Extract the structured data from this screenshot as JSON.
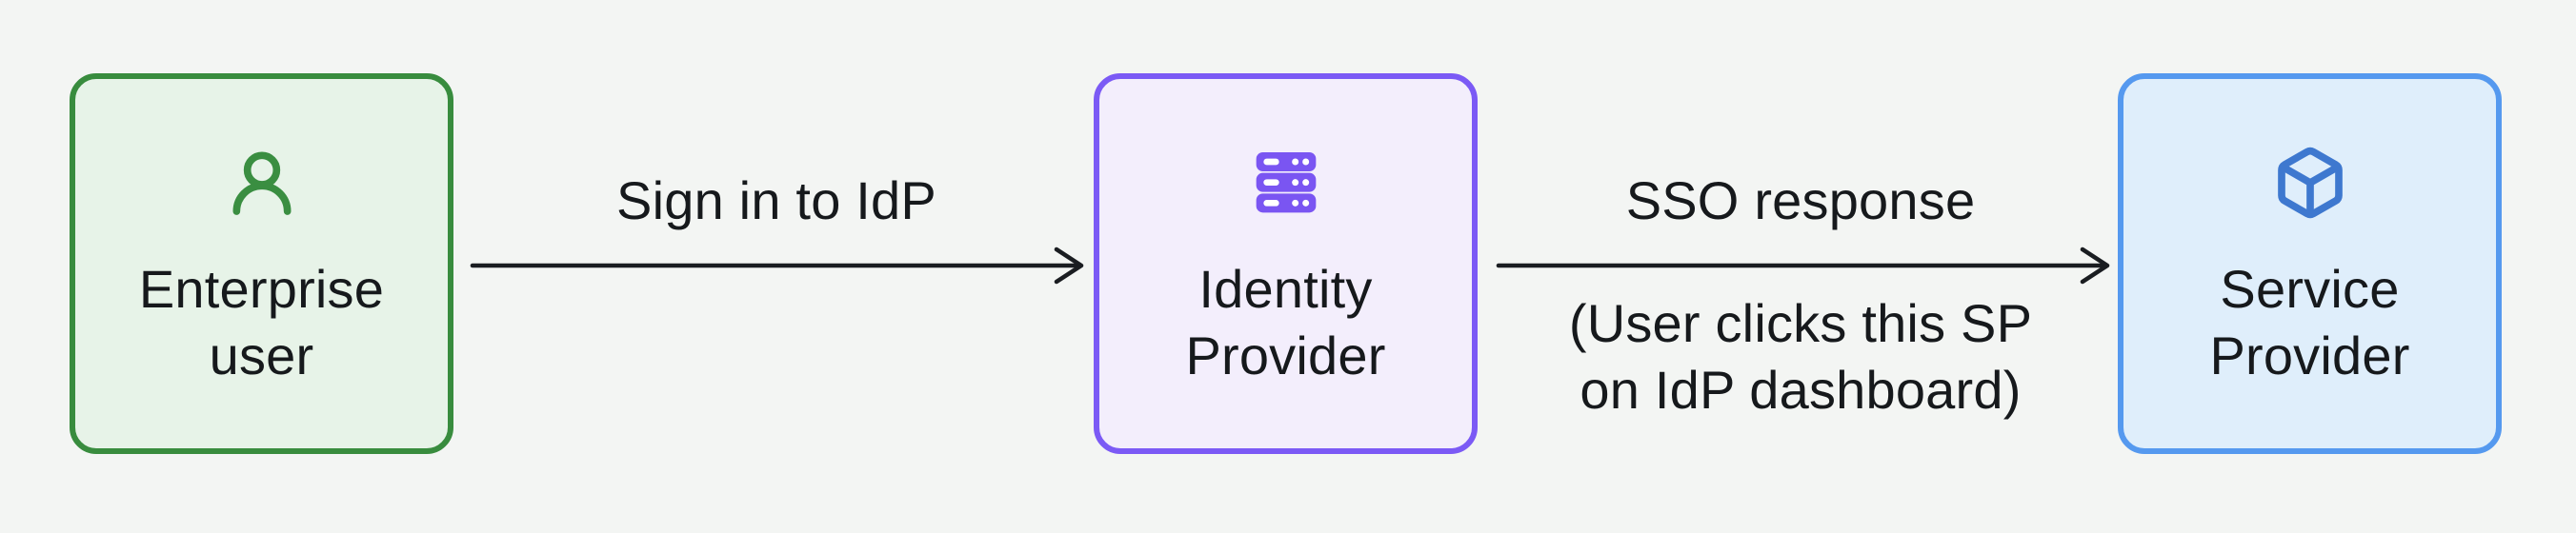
{
  "diagram": {
    "background_color": "#f3f5f3",
    "text_color": "#16191c",
    "arrow_color": "#1a1d21",
    "nodes": [
      {
        "id": "enterprise-user",
        "label": "Enterprise user",
        "icon": "user-icon",
        "border_color": "#388c3e",
        "fill_color": "#e7f3e8",
        "icon_color": "#3a8e41"
      },
      {
        "id": "identity-provider",
        "label": "Identity Provider",
        "icon": "server-icon",
        "border_color": "#7b5af5",
        "fill_color": "#f3eefc",
        "icon_color": "#7a55f2"
      },
      {
        "id": "service-provider",
        "label": "Service Provider",
        "icon": "cube-icon",
        "border_color": "#5599ef",
        "fill_color": "#dfeefb",
        "icon_color": "#3e78cf"
      }
    ],
    "edges": [
      {
        "from": "enterprise-user",
        "to": "identity-provider",
        "label": "Sign in to IdP"
      },
      {
        "from": "identity-provider",
        "to": "service-provider",
        "label": "SSO response",
        "note_lines": [
          "(User clicks this SP",
          "on IdP dashboard)"
        ]
      }
    ]
  }
}
